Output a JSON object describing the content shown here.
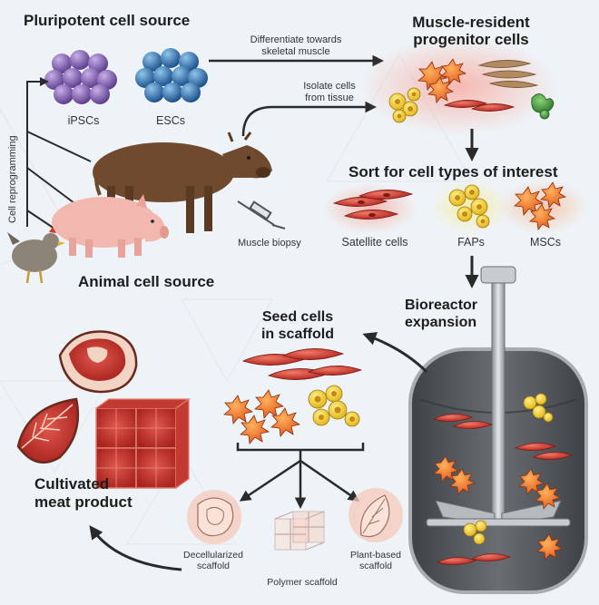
{
  "sources": {
    "pluripotent_title": "Pluripotent cell source",
    "ipsc_label": "iPSCs",
    "esc_label": "ESCs",
    "reprogramming_label": "Cell reprogramming",
    "animal_title": "Animal cell source",
    "biopsy_label": "Muscle biopsy"
  },
  "arrows": {
    "differentiate_line1": "Differentiate towards",
    "differentiate_line2": "skeletal muscle",
    "isolate_line1": "Isolate cells",
    "isolate_line2": "from tissue"
  },
  "progenitor": {
    "title_line1": "Muscle-resident",
    "title_line2": "progenitor cells"
  },
  "sort": {
    "title": "Sort for cell types of interest",
    "types": [
      "Satellite cells",
      "FAPs",
      "MSCs"
    ]
  },
  "bioreactor": {
    "title_line1": "Bioreactor",
    "title_line2": "expansion"
  },
  "seed": {
    "title_line1": "Seed cells",
    "title_line2": "in scaffold"
  },
  "scaffolds": {
    "decell_line1": "Decellularized",
    "decell_line2": "scaffold",
    "polymer": "Polymer scaffold",
    "plant_line1": "Plant-based",
    "plant_line2": "scaffold"
  },
  "product": {
    "title_line1": "Cultivated",
    "title_line2": "meat product"
  },
  "colors": {
    "satellite": "#d43a34",
    "fap": "#f2cc1e",
    "msc": "#ef7a2a",
    "green_cell": "#3f9a3a",
    "brown_cell": "#b28a5f",
    "ipsc": "#8f64bf",
    "esc": "#2f76b6",
    "cow": "#6f4a2f",
    "pig": "#f2b8b0",
    "bioreactor_fill": "#565a5e"
  }
}
